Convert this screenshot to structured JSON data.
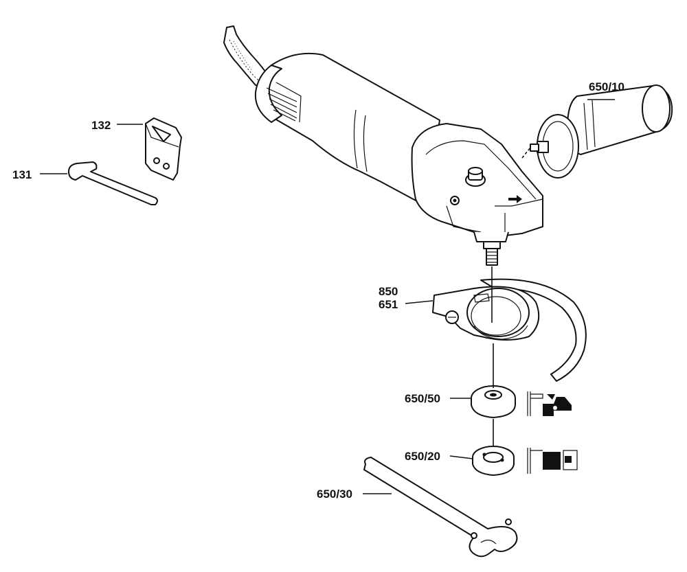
{
  "labels": {
    "label_650_10": "650/10",
    "label_132": "132",
    "label_131": "131",
    "label_850": "850",
    "label_651": "651",
    "label_650_50": "650/50",
    "label_650_20": "650/20",
    "label_650_30": "650/30"
  },
  "colors": {
    "line": "#111111",
    "background": "#ffffff"
  }
}
